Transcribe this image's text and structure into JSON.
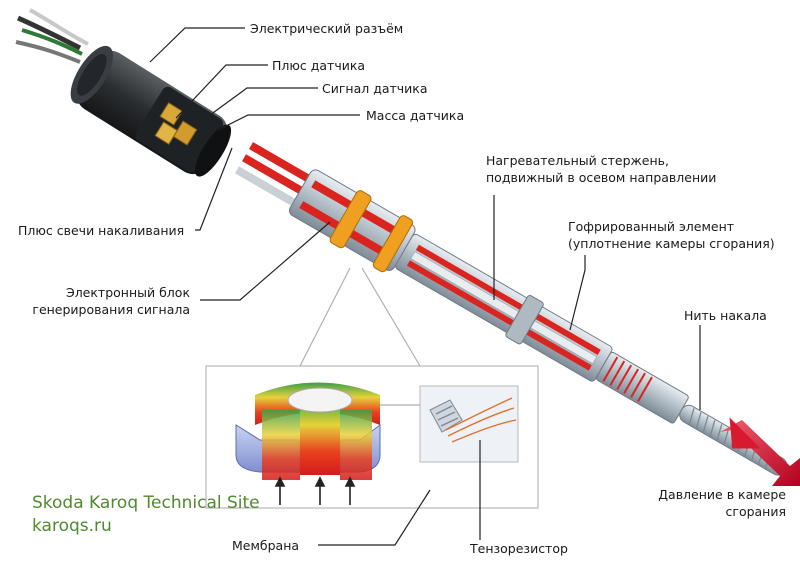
{
  "labels": {
    "connector": "Электрический разъём",
    "sensor_plus": "Плюс датчика",
    "sensor_signal": "Сигнал датчика",
    "sensor_ground": "Масса датчика",
    "glow_plus": "Плюс свечи накаливания",
    "rod_line1": "Нагревательный стержень,",
    "rod_line2": "подвижный в осевом направлении",
    "corrugated_line1": "Гофрированный элемент",
    "corrugated_line2": "(уплотнение камеры сгорания)",
    "electronics_line1": "Электронный блок",
    "electronics_line2": "генерирования сигнала",
    "filament": "Нить накала",
    "pressure_line1": "Давление в камере",
    "pressure_line2": "сгорания",
    "membrane": "Мембрана",
    "strain_gauge": "Тензорезистор"
  },
  "watermark": {
    "line1": "Skoda Karoq Technical Site",
    "line2": "karoqs.ru"
  },
  "colors": {
    "heat_red": "#d9241f",
    "arrow_red": "#c8102e",
    "watermark_green": "#4f8a2e",
    "metal": "#b9c3cc",
    "orange_ring": "#f0a020"
  }
}
